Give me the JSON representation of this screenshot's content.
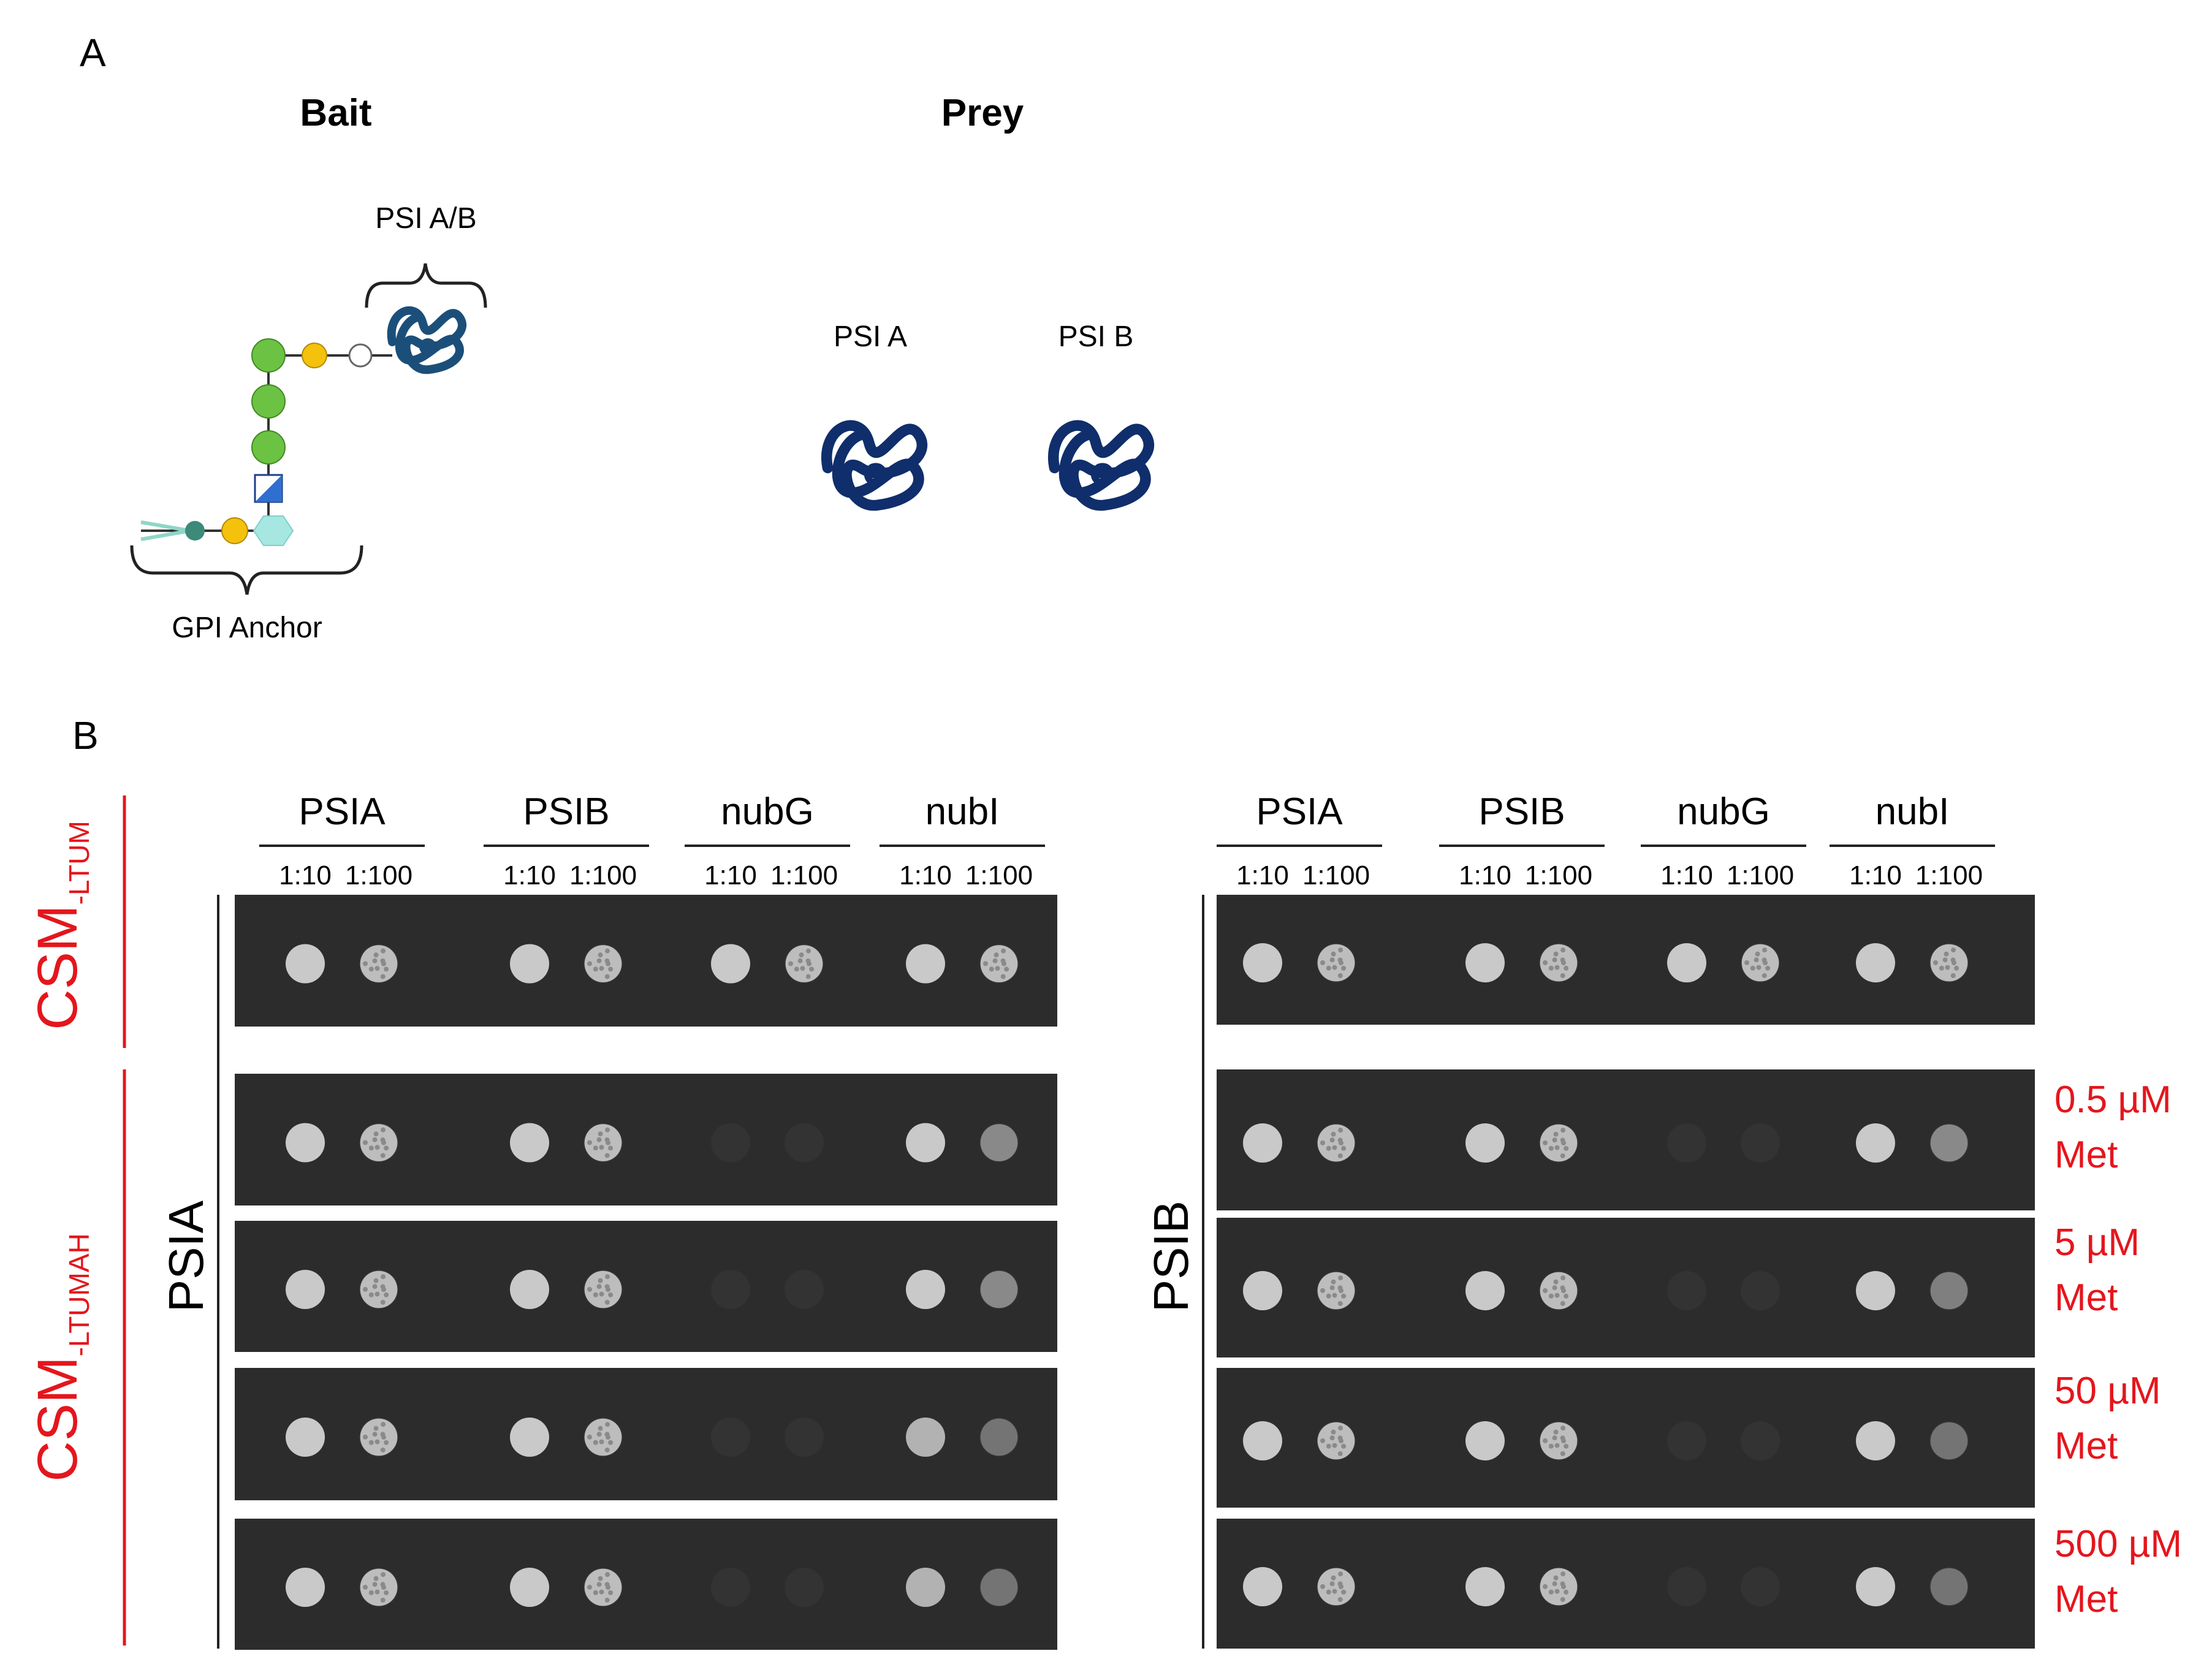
{
  "panel_a": {
    "letter": "A",
    "bait_title": "Bait",
    "prey_title": "Prey",
    "bait_protein_label": "PSI A/B",
    "gpi_label": "GPI Anchor",
    "prey_items": [
      "PSI A",
      "PSI B"
    ],
    "colors": {
      "protein_bait": "#1b4f7a",
      "protein_prey": "#0f2e6b",
      "green": "#6cc243",
      "yellow": "#f4c20d",
      "teal": "#3c8a79",
      "hexagon": "#a6e7e2",
      "square": "#2f6fd0"
    }
  },
  "panel_b": {
    "letter": "B",
    "media_top": {
      "main": "CSM",
      "sub": "-LTUM"
    },
    "media_bottom": {
      "main": "CSM",
      "sub": "-LTUMAH"
    },
    "columns": [
      "PSIA",
      "PSIB",
      "nubG",
      "nubI"
    ],
    "dilutions": [
      "1:10",
      "1:100"
    ],
    "blocks": [
      {
        "bait": "PSIA",
        "spots": [
          [
            1,
            1,
            1,
            1,
            1,
            1,
            1,
            1
          ],
          [
            1,
            1,
            1,
            1,
            0,
            0,
            1,
            0.5
          ],
          [
            1,
            1,
            1,
            1,
            0,
            0,
            1,
            0.5
          ],
          [
            1,
            1,
            1,
            1,
            0,
            0,
            0.8,
            0.3
          ],
          [
            1,
            1,
            1,
            1,
            0,
            0,
            0.8,
            0.3
          ]
        ]
      },
      {
        "bait": "PSIB",
        "spots": [
          [
            1,
            1,
            1,
            1,
            1,
            1,
            1,
            1
          ],
          [
            1,
            1,
            1,
            1,
            0,
            0,
            1,
            0.5
          ],
          [
            1,
            1,
            1,
            1,
            0,
            0,
            1,
            0.4
          ],
          [
            1,
            1,
            1,
            1,
            0,
            0,
            1,
            0.3
          ],
          [
            1,
            1,
            1,
            1,
            0,
            0,
            1,
            0.3
          ]
        ]
      }
    ],
    "met_conditions": [
      {
        "value": "0.5 µM",
        "unit": "Met"
      },
      {
        "value": "5 µM",
        "unit": "Met"
      },
      {
        "value": "50 µM",
        "unit": "Met"
      },
      {
        "value": "500 µM",
        "unit": "Met"
      }
    ],
    "colors": {
      "accent_red": "#e4161d",
      "plate": "#2c2c2c",
      "colony": "#c9c9c9"
    }
  }
}
